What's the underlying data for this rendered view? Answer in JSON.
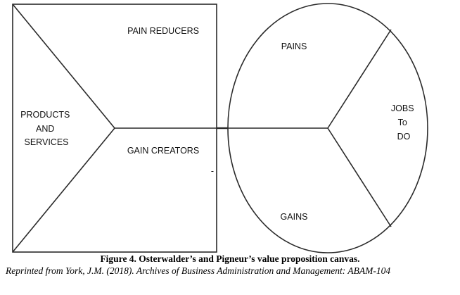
{
  "diagram": {
    "product_map": {
      "pain_relievers": "PAIN REDUCERS",
      "products_services": [
        "PRODUCTS",
        "AND",
        "SERVICES"
      ],
      "gain_creators": "GAIN CREATORS"
    },
    "customer_profile": {
      "pains": "PAINS",
      "jobs": [
        "JOBS",
        "To",
        "DO"
      ],
      "gains": "GAINS"
    },
    "stray_mark": "-"
  },
  "caption": {
    "title": "Figure 4. Osterwalder’s and Pigneur’s value proposition canvas.",
    "source": "Reprinted from York, J.M. (2018). Archives of Business Administration and Management: ABAM-104"
  }
}
